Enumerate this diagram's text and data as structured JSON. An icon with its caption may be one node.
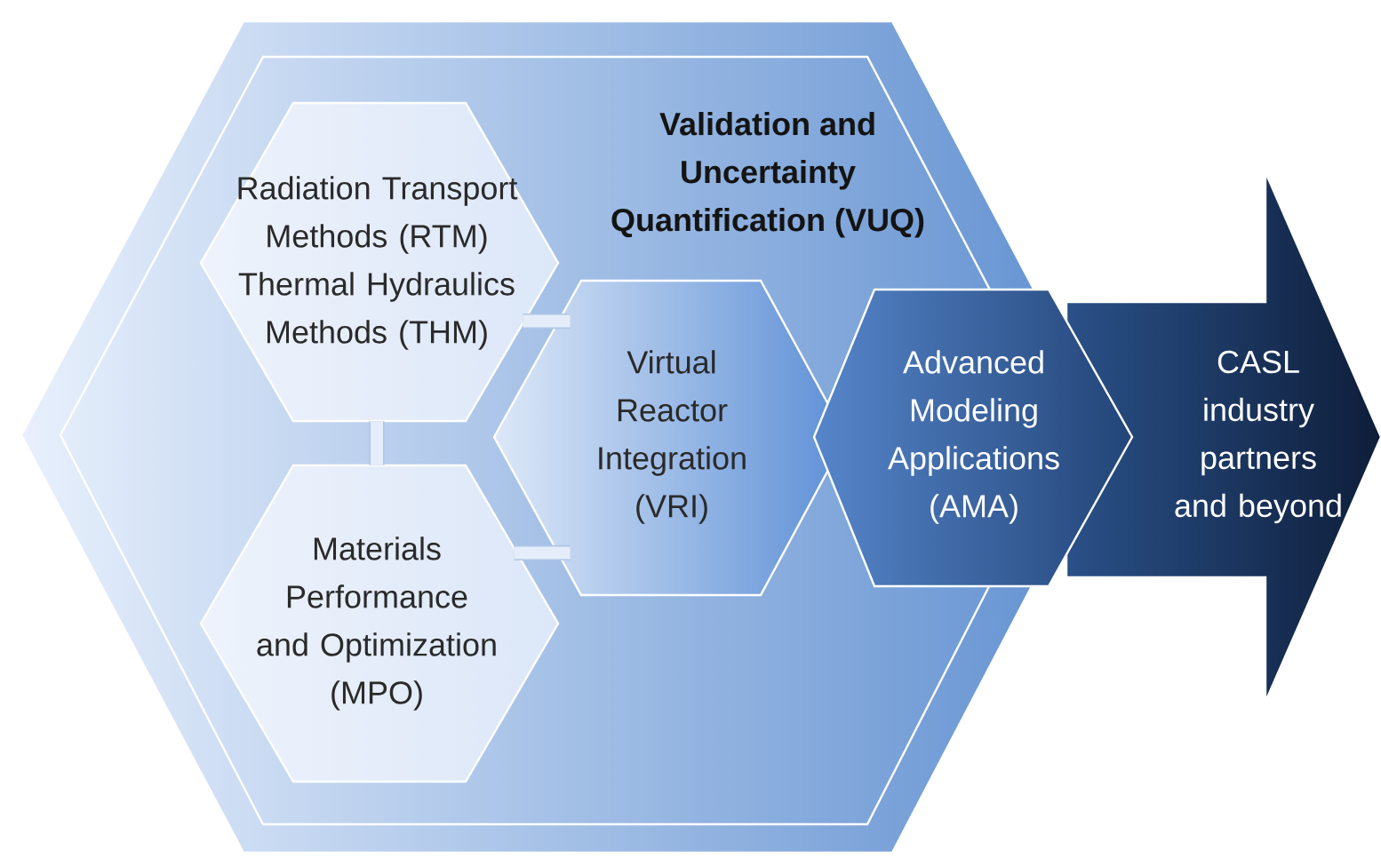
{
  "diagram": {
    "nodes": [
      {
        "text": [
          "Validation and Uncertainty Quantification (VUQ)"
        ]
      },
      {
        "text": [
          "Radiation Transport Methods (RTM)",
          "Thermal Hydraulics Methods (THM)"
        ],
        "in": 0
      },
      {
        "text": [
          "Materials Performance and Optimization (MPO)"
        ],
        "in": 0
      },
      {
        "text": [
          "Virtual Reactor Integration (VRI)"
        ],
        "in": 0
      },
      {
        "text": [
          "Advanced Modeling Applications (AMA)"
        ]
      },
      {
        "text": [
          "CASL industry partners and beyond"
        ]
      }
    ],
    "edges": [
      {
        "from": 1,
        "to": 2,
        "arrow": "none"
      },
      {
        "from": 1,
        "to": 3,
        "arrow": "none"
      },
      {
        "from": 2,
        "to": 3,
        "arrow": "none"
      }
    ]
  }
}
